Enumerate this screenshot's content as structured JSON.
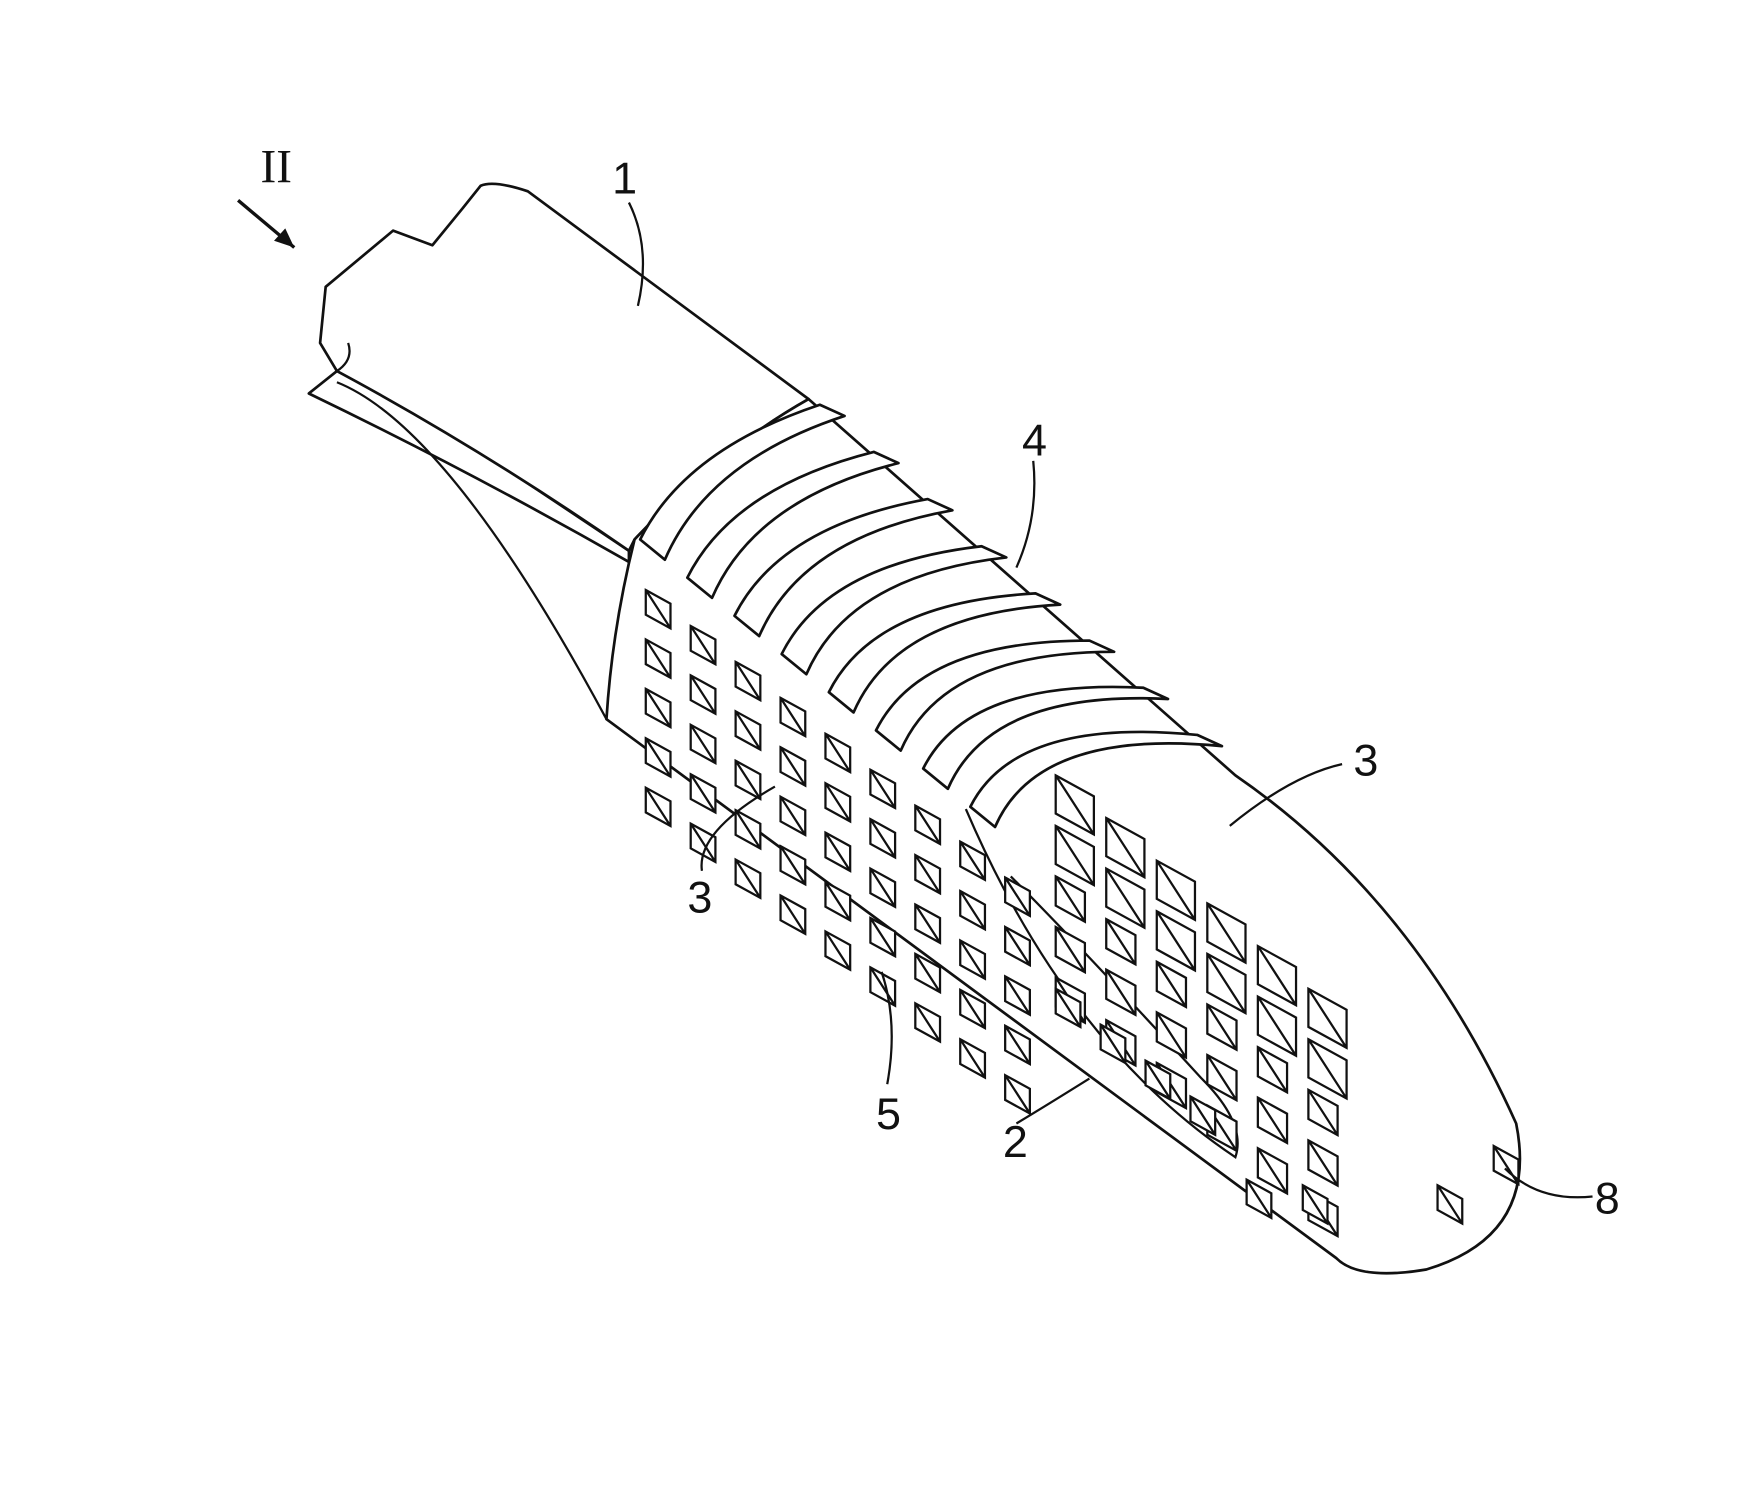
{
  "figure": {
    "view_label": "II",
    "labels": {
      "abutment": "1",
      "body": "2",
      "pores_left": "3",
      "pores_right": "3",
      "thread": "4",
      "thread_root": "5",
      "apex_opening": "8"
    }
  }
}
